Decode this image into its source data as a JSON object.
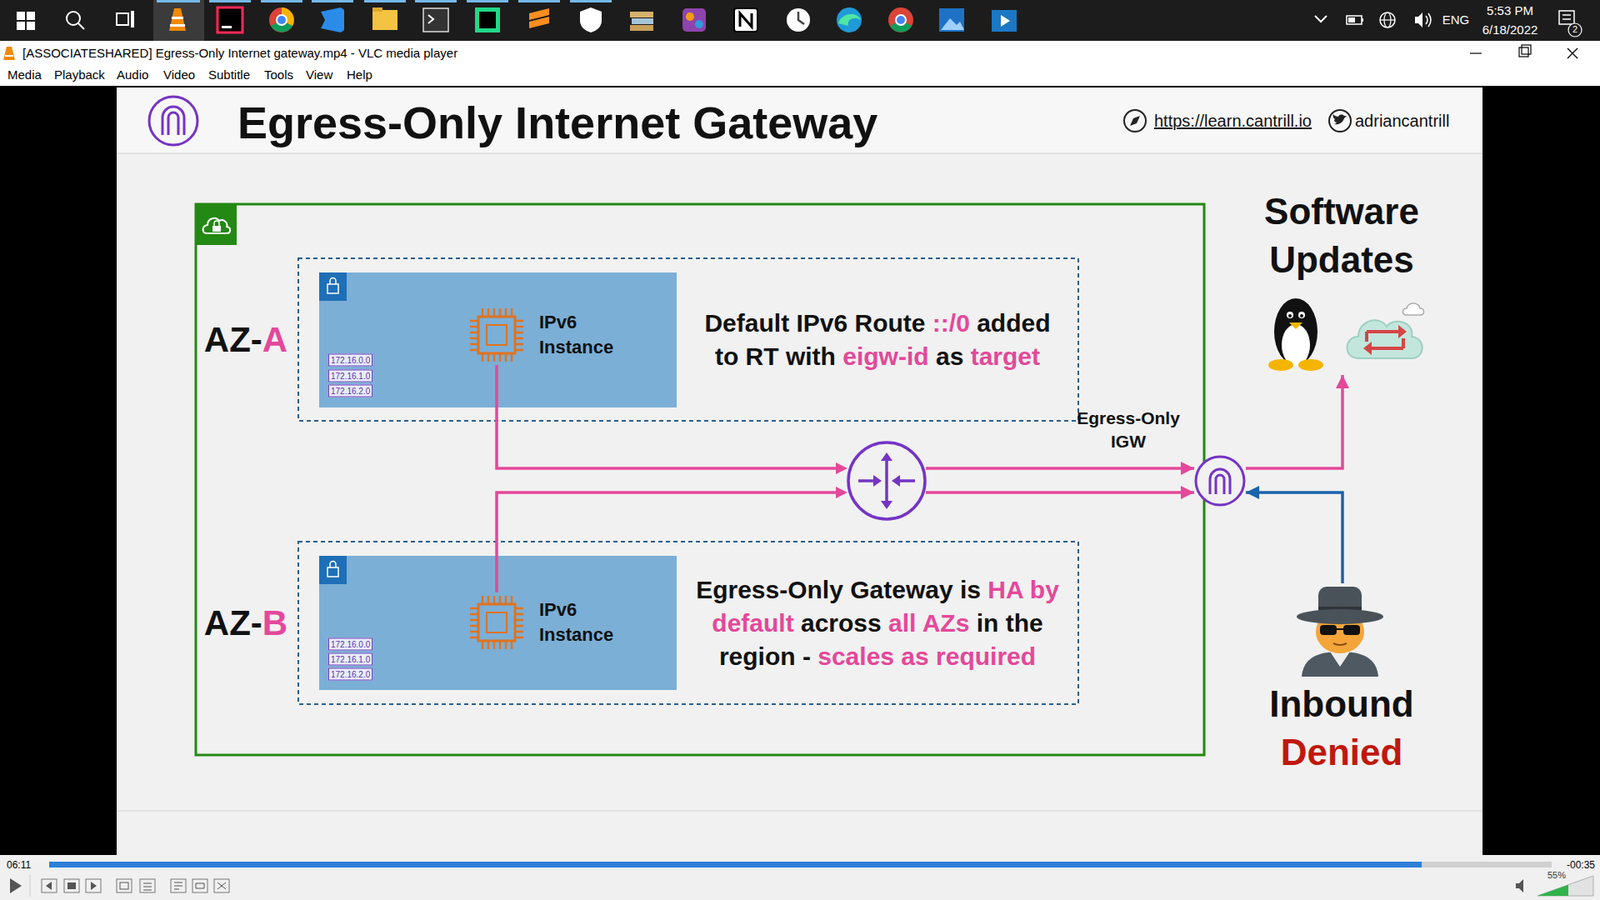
{
  "diagram": {
    "title": "Egress-Only Internet Gateway",
    "nodes": [
      {
        "text": [
          "AZ-A",
          "Default IPv6 Route ::/0 added to RT with eigw-id as target"
        ]
      },
      {
        "text": [
          "172.16.0.0",
          "172.16.1.0",
          "172.16.2.0"
        ],
        "in": 0
      },
      {
        "text": [
          "IPv6 Instance"
        ],
        "in": 1
      },
      {
        "text": [
          "AZ-B",
          "Egress-Only Gateway is HA by default across all AZs in the region - scales as required"
        ]
      },
      {
        "text": [
          "172.16.0.0",
          "172.16.1.0",
          "172.16.2.0"
        ],
        "in": 3
      },
      {
        "text": [
          "IPv6 Instance"
        ],
        "in": 4
      },
      {
        "text": [
          "Egress-Only IGW"
        ]
      },
      {
        "text": [
          "Software Updates"
        ]
      },
      {
        "text": [
          "Inbound Denied"
        ]
      }
    ],
    "edges": [
      {
        "from": 2,
        "to": 6,
        "arrow": "to"
      },
      {
        "from": 5,
        "to": 6,
        "arrow": "to"
      },
      {
        "from": 6,
        "to": 7,
        "arrow": "to"
      },
      {
        "from": 8,
        "to": 6,
        "arrow": "to"
      }
    ],
    "labels": [
      "ENG",
      "5:53 PM",
      "6/18/2022",
      "2",
      "[ASSOCIATESHARED] Egress-Only Internet gateway.mp4 - VLC media player",
      "Media",
      "Playback",
      "Audio",
      "Video",
      "Subtitle",
      "Tools",
      "View",
      "Help",
      "https://learn.cantrill.io",
      "adriancantrill",
      "06:11",
      "-00:35",
      "55%"
    ]
  }
}
